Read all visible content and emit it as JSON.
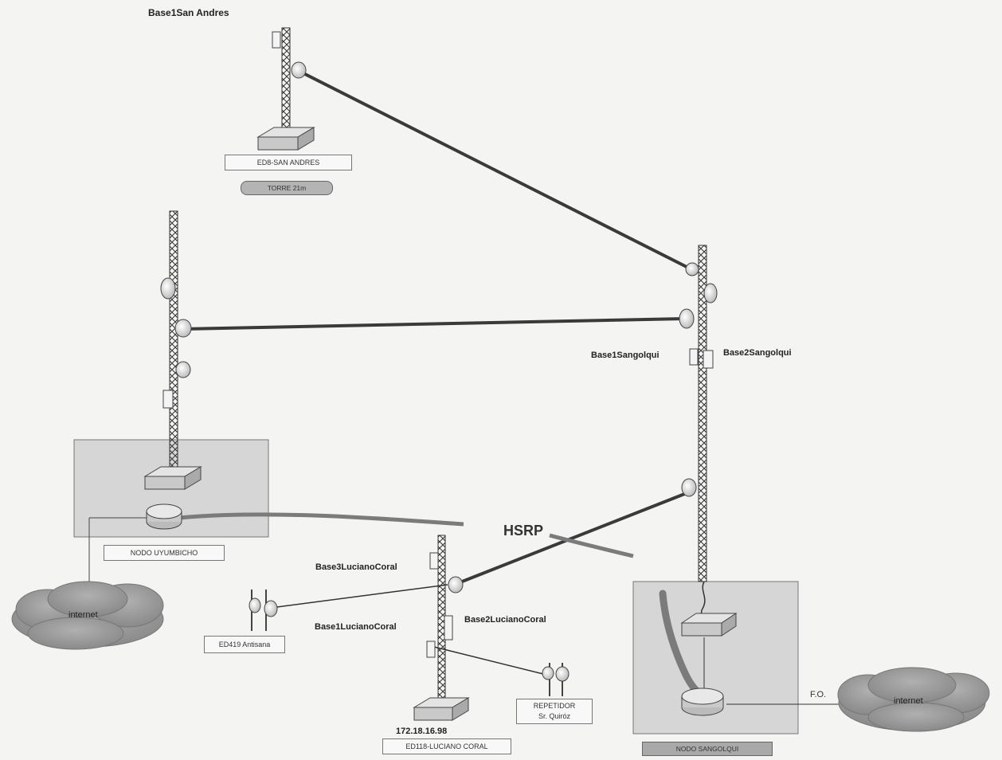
{
  "labels": {
    "base1_san_andres": "Base1San Andres",
    "ed8_san_andres": "ED8-SAN ANDRES",
    "torre_21m": "TORRE 21m",
    "base1_sangolqui": "Base1Sangolqui",
    "base2_sangolqui": "Base2Sangolqui",
    "nodo_uyumbicho": "NODO UYUMBICHO",
    "hsrp": "HSRP",
    "base3_luciano_coral": "Base3LucianoCoral",
    "base1_luciano_coral": "Base1LucianoCoral",
    "base2_luciano_coral": "Base2LucianoCoral",
    "ed419_antisana": "ED419 Antisana",
    "repetidor_line1": "REPETIDOR",
    "repetidor_line2": "Sr. Quiróz",
    "ip_address": "172.18.16.98",
    "ed118_luciano_coral": "ED118-LUCIANO CORAL",
    "nodo_sangolqui": "NODO SANGOLQUI",
    "fo": "F.O.",
    "internet_left": "internet",
    "internet_right": "internet"
  },
  "colors": {
    "background": "#f4f4f2",
    "node_box": "#d6d6d6",
    "cloud": "#9a9a9a",
    "link_dark": "#3a3a3a",
    "fiber_gray": "#7b7b7b",
    "label_pill": "#b4b4b4"
  }
}
